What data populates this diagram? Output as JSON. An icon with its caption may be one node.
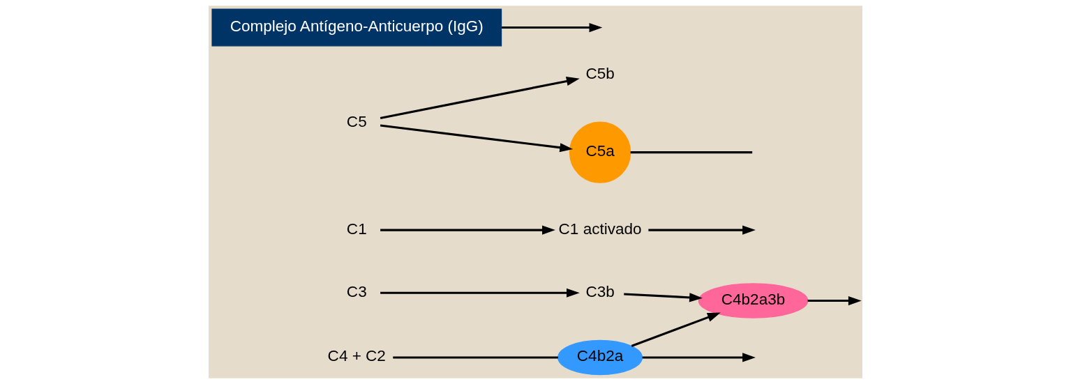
{
  "diagram": {
    "nodes": [
      {
        "text": [
          "C3"
        ]
      },
      {
        "text": [
          "C3b"
        ]
      },
      {
        "text": [
          "C4 + C2"
        ]
      },
      {
        "text": [
          "C4b2a"
        ]
      },
      {
        "text": [
          "C4b2a3b"
        ]
      },
      {
        "text": [
          "C1"
        ]
      },
      {
        "text": [
          "C1 activado"
        ]
      },
      {
        "text": [
          "C5"
        ]
      },
      {
        "text": [
          "C5b"
        ]
      },
      {
        "text": [
          "C5a"
        ]
      },
      {
        "text": [
          "Complejo Antígeno-Anticuerpo (IgG)"
        ]
      }
    ],
    "edges": [
      {
        "from": 0,
        "to": 1,
        "arrow": "to"
      },
      {
        "from": 3,
        "to": null,
        "arrow": "to"
      },
      {
        "from": 2,
        "to": 3,
        "arrow": "none"
      },
      {
        "from": 3,
        "to": 4,
        "arrow": "to"
      },
      {
        "from": 1,
        "to": 4,
        "arrow": "to"
      },
      {
        "from": 6,
        "to": null,
        "arrow": "to"
      },
      {
        "from": 5,
        "to": 6,
        "arrow": "to"
      },
      {
        "from": 10,
        "to": null,
        "arrow": "to"
      },
      {
        "from": 4,
        "to": null,
        "arrow": "to"
      },
      {
        "from": 7,
        "to": 8,
        "arrow": "to"
      },
      {
        "from": 7,
        "to": 9,
        "arrow": "to"
      },
      {
        "from": 9,
        "to": null,
        "arrow": "none"
      }
    ]
  }
}
